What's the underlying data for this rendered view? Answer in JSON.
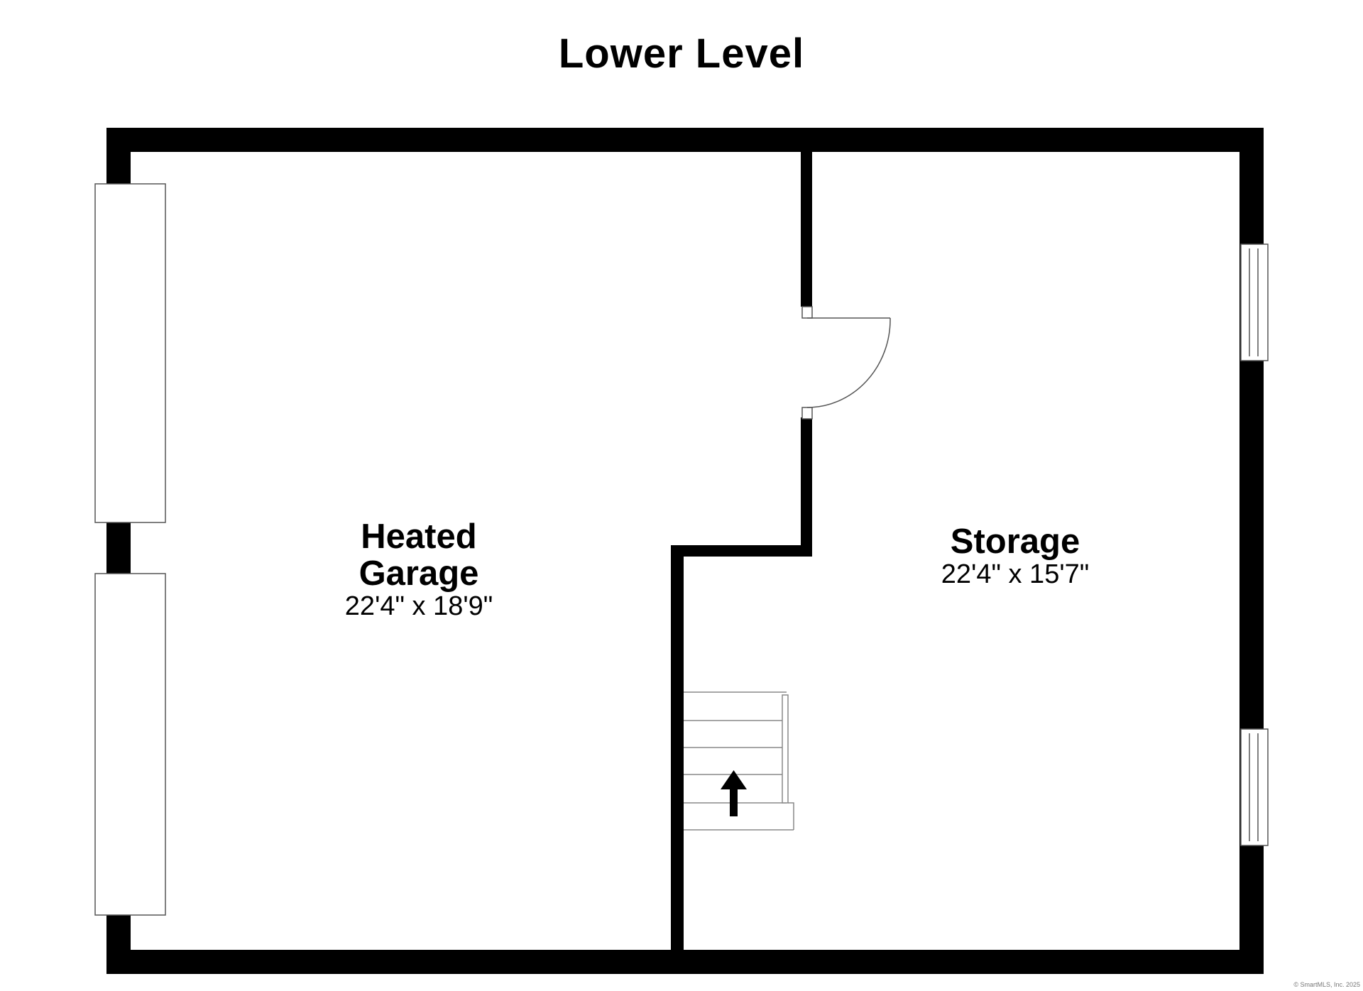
{
  "title": "Lower Level",
  "rooms": [
    {
      "name_line1": "Heated",
      "name_line2": "Garage",
      "dimensions": "22'4\" x 18'9\""
    },
    {
      "name_line1": "Storage",
      "dimensions": "22'4\" x 15'7\""
    }
  ],
  "stair_direction": "up",
  "copyright": "© SmartMLS, Inc. 2025",
  "colors": {
    "wall": "#000000",
    "background": "#ffffff",
    "fixture_line": "#888888"
  }
}
